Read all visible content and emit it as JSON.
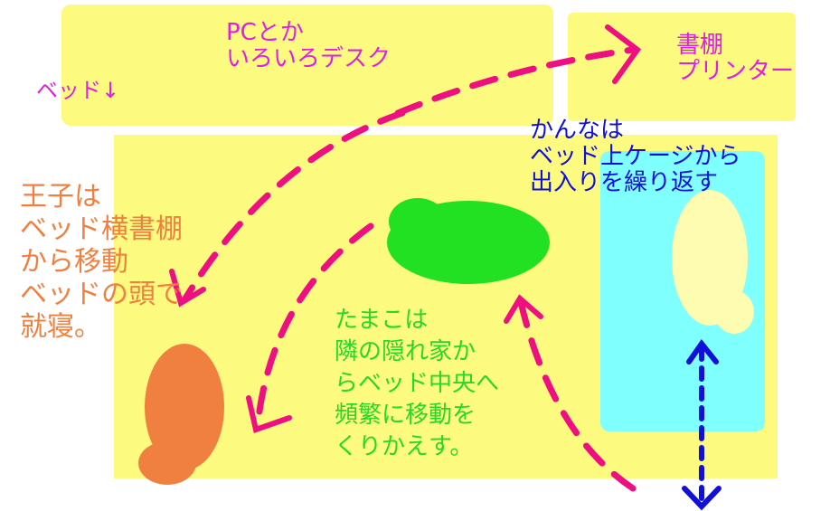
{
  "desk": {
    "lines": [
      "PCとか",
      "いろいろデスク"
    ]
  },
  "bed_label": "ベッド↓",
  "shelf": {
    "lines": [
      "書棚",
      "プリンター"
    ]
  },
  "kanna": {
    "lines": [
      "かんなは",
      "ベッド上ケージから",
      "出入りを繰り返す"
    ]
  },
  "ouji": {
    "lines": [
      "王子は",
      "ベッド横書棚",
      "から移動",
      "ベッドの頭で",
      "就寝。"
    ]
  },
  "tamako": {
    "lines": [
      "たまこは",
      "隣の隠れ家か",
      "らベッド中央へ",
      "頻繁に移動を",
      "くりかえす。"
    ]
  },
  "colors": {
    "area": "#fdfa80",
    "cage": "#80ffff",
    "path": "#ee1080",
    "tamako": "#22e022",
    "ouji": "#f08040",
    "kanna": "#fefcb0"
  }
}
